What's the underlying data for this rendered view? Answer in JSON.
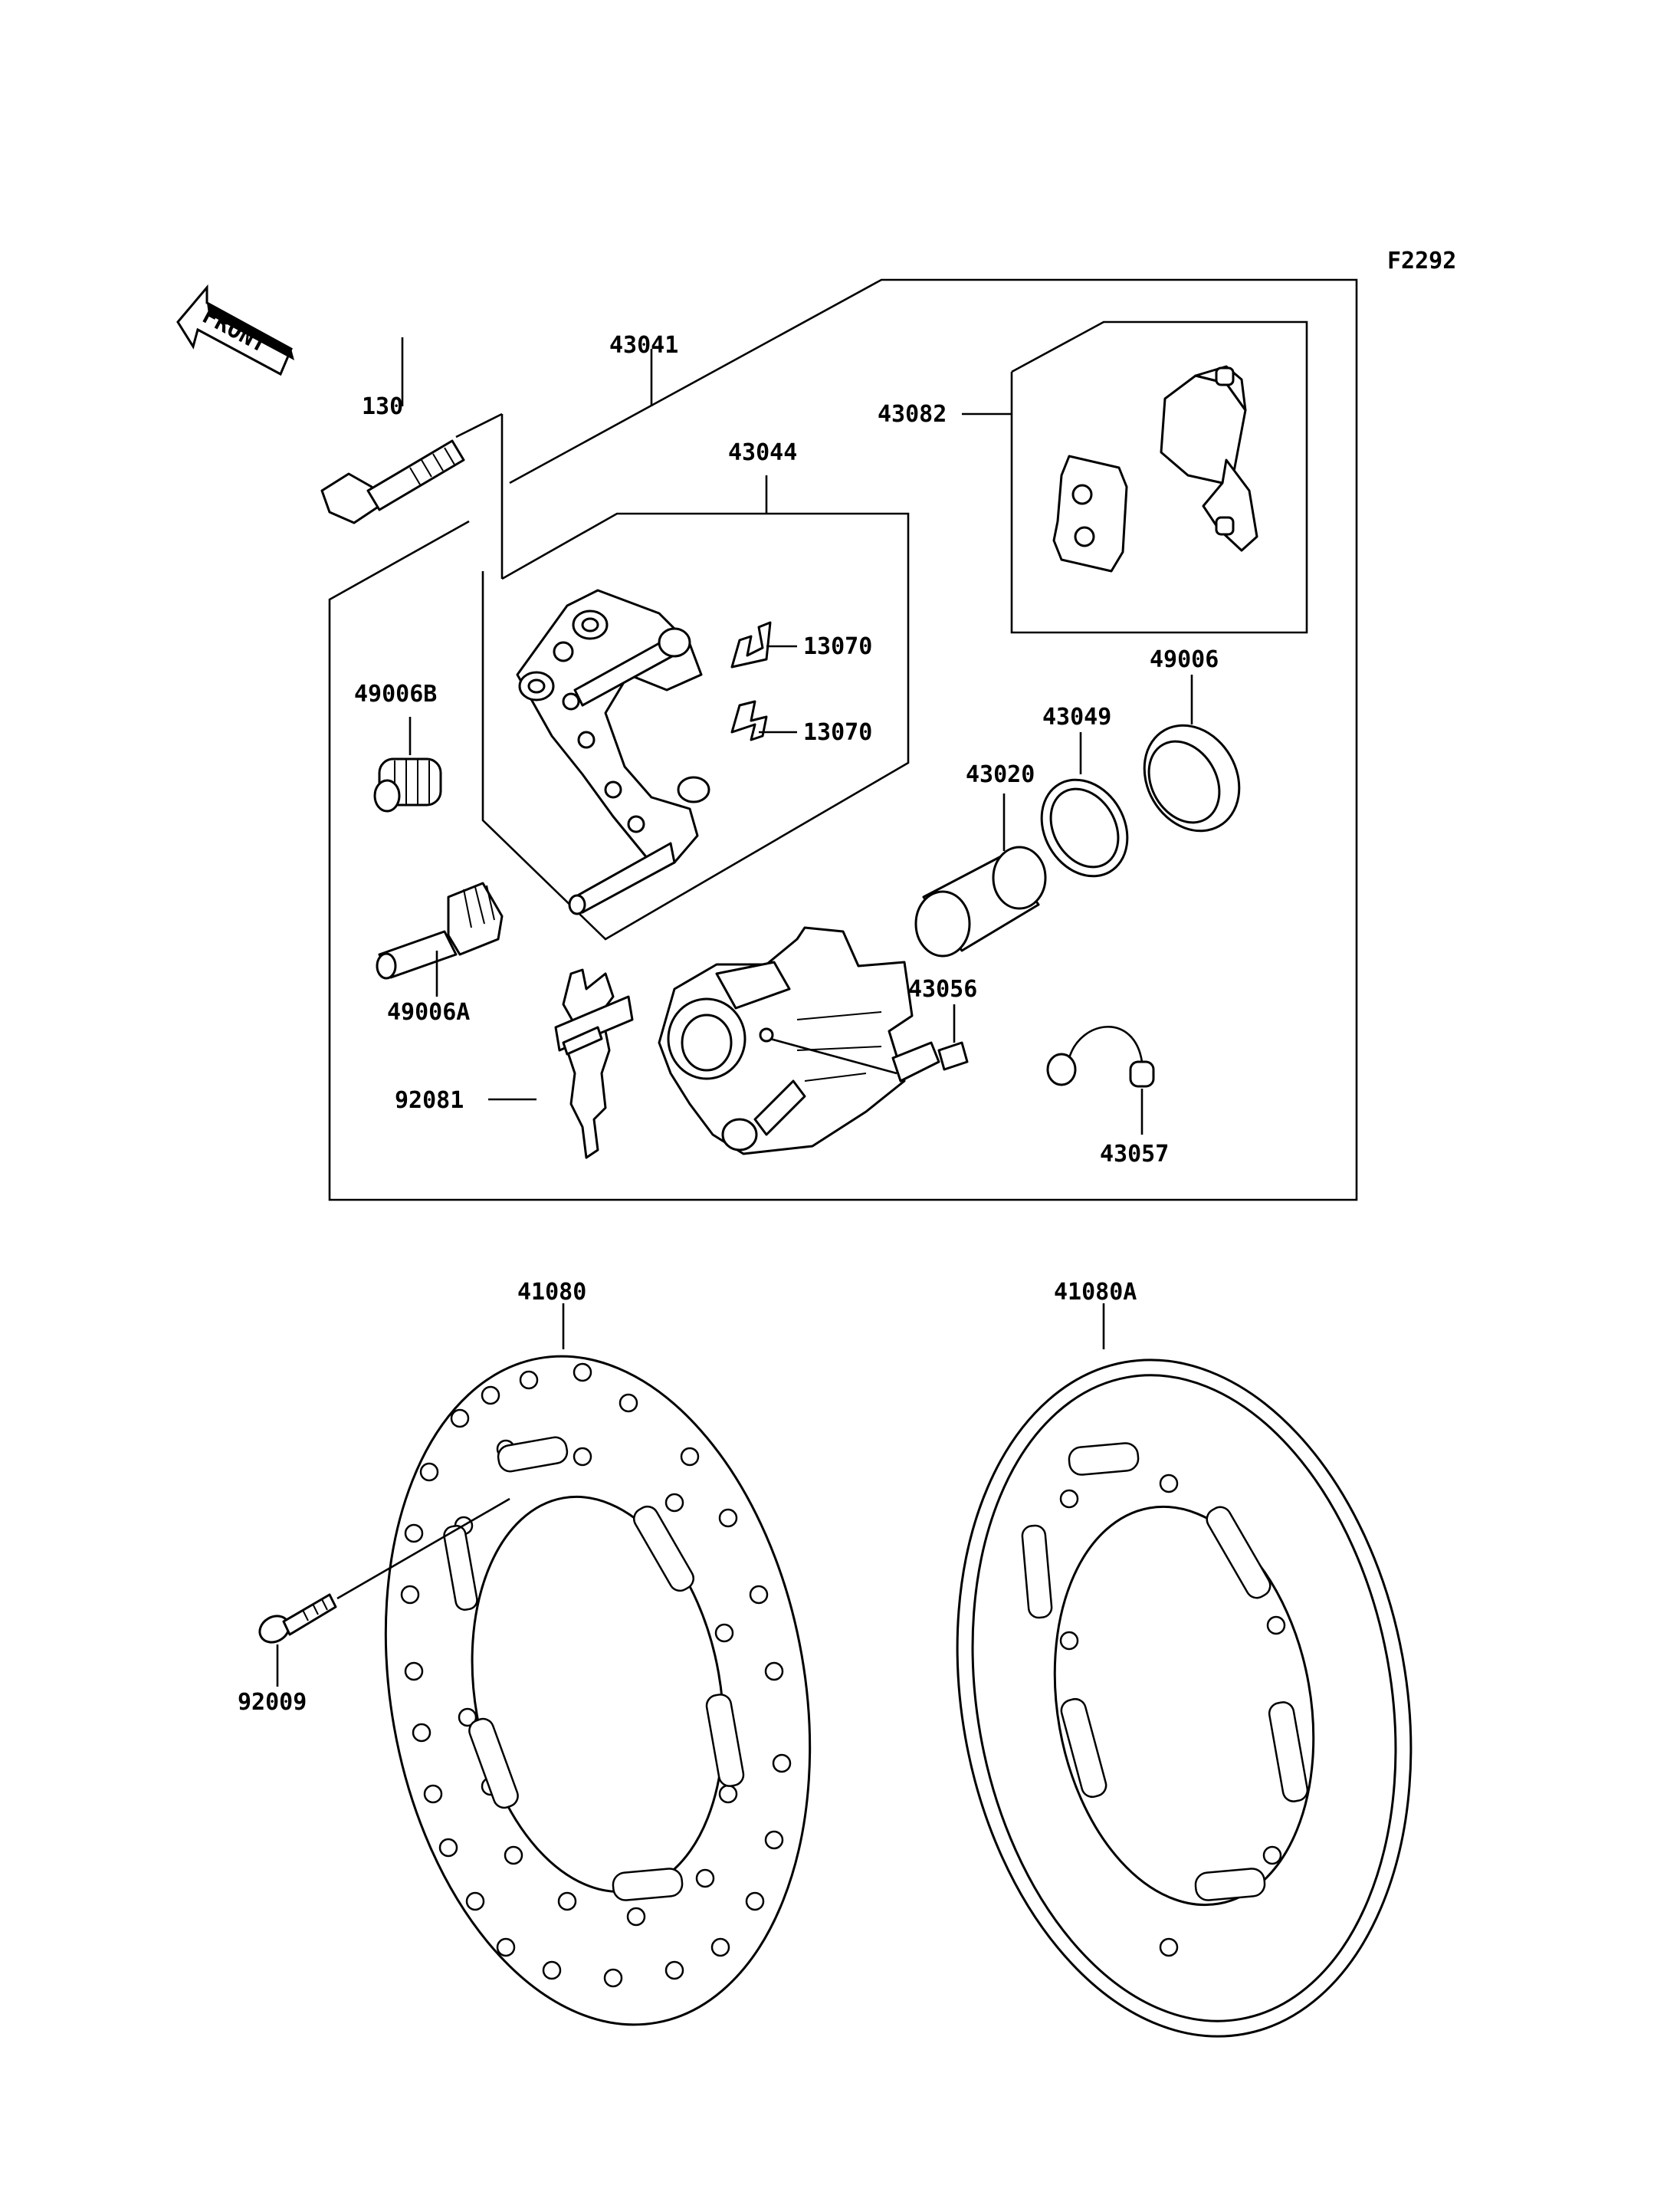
{
  "figure_code": "F2292",
  "front_label": "FRONT",
  "parts": {
    "p43041": "43041",
    "p130": "130",
    "p43044": "43044",
    "p43082": "43082",
    "p13070a": "13070",
    "p13070b": "13070",
    "p49006B": "49006B",
    "p49006": "49006",
    "p43049": "43049",
    "p43020": "43020",
    "p49006A": "49006A",
    "p43056": "43056",
    "p92081": "92081",
    "p43057": "43057",
    "p41080": "41080",
    "p41080A": "41080A",
    "p92009": "92009"
  }
}
